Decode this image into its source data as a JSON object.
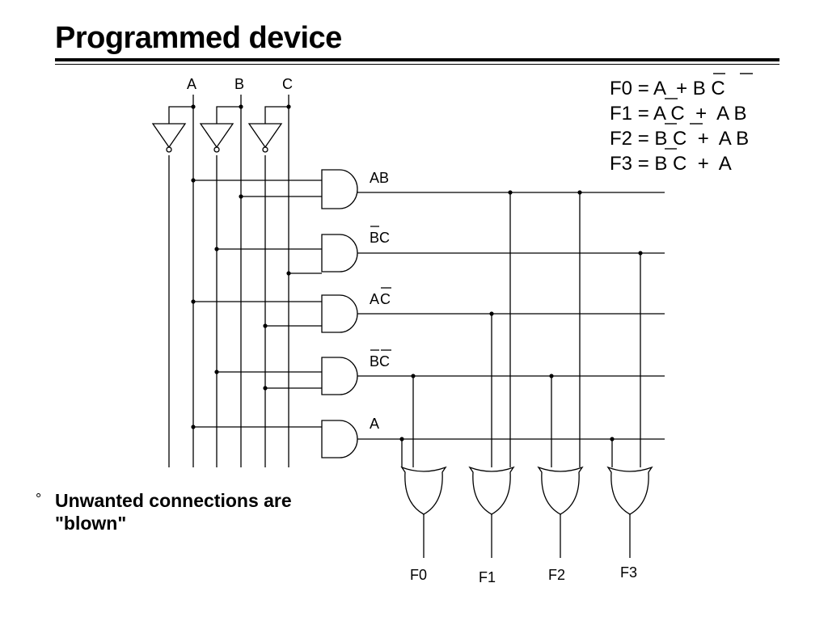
{
  "title": "Programmed device",
  "bullet": {
    "marker": "°",
    "text": "Unwanted connections are \"blown\""
  },
  "inputs": [
    "A",
    "B",
    "C"
  ],
  "terms": [
    {
      "main": "AB",
      "bar": ""
    },
    {
      "main": "C",
      "bar": "B"
    },
    {
      "main": "A",
      "bar": "C"
    },
    {
      "main": "",
      "bar": "BC"
    },
    {
      "main": "A",
      "bar": ""
    }
  ],
  "outputs": [
    "F0",
    "F1",
    "F2",
    "F3"
  ],
  "equations": [
    {
      "lhs": "F0",
      "eq": "=",
      "rhs": "A  + B C",
      "bars": [
        "B",
        "C"
      ]
    },
    {
      "lhs": "F1",
      "eq": "=",
      "rhs": "A C  +  A B",
      "bars": [
        "C"
      ]
    },
    {
      "lhs": "F2",
      "eq": "=",
      "rhs": "B C  +  A B",
      "bars": [
        "B",
        "C"
      ]
    },
    {
      "lhs": "F3",
      "eq": "=",
      "rhs": "B C  +  A",
      "bars": [
        "B"
      ]
    }
  ]
}
